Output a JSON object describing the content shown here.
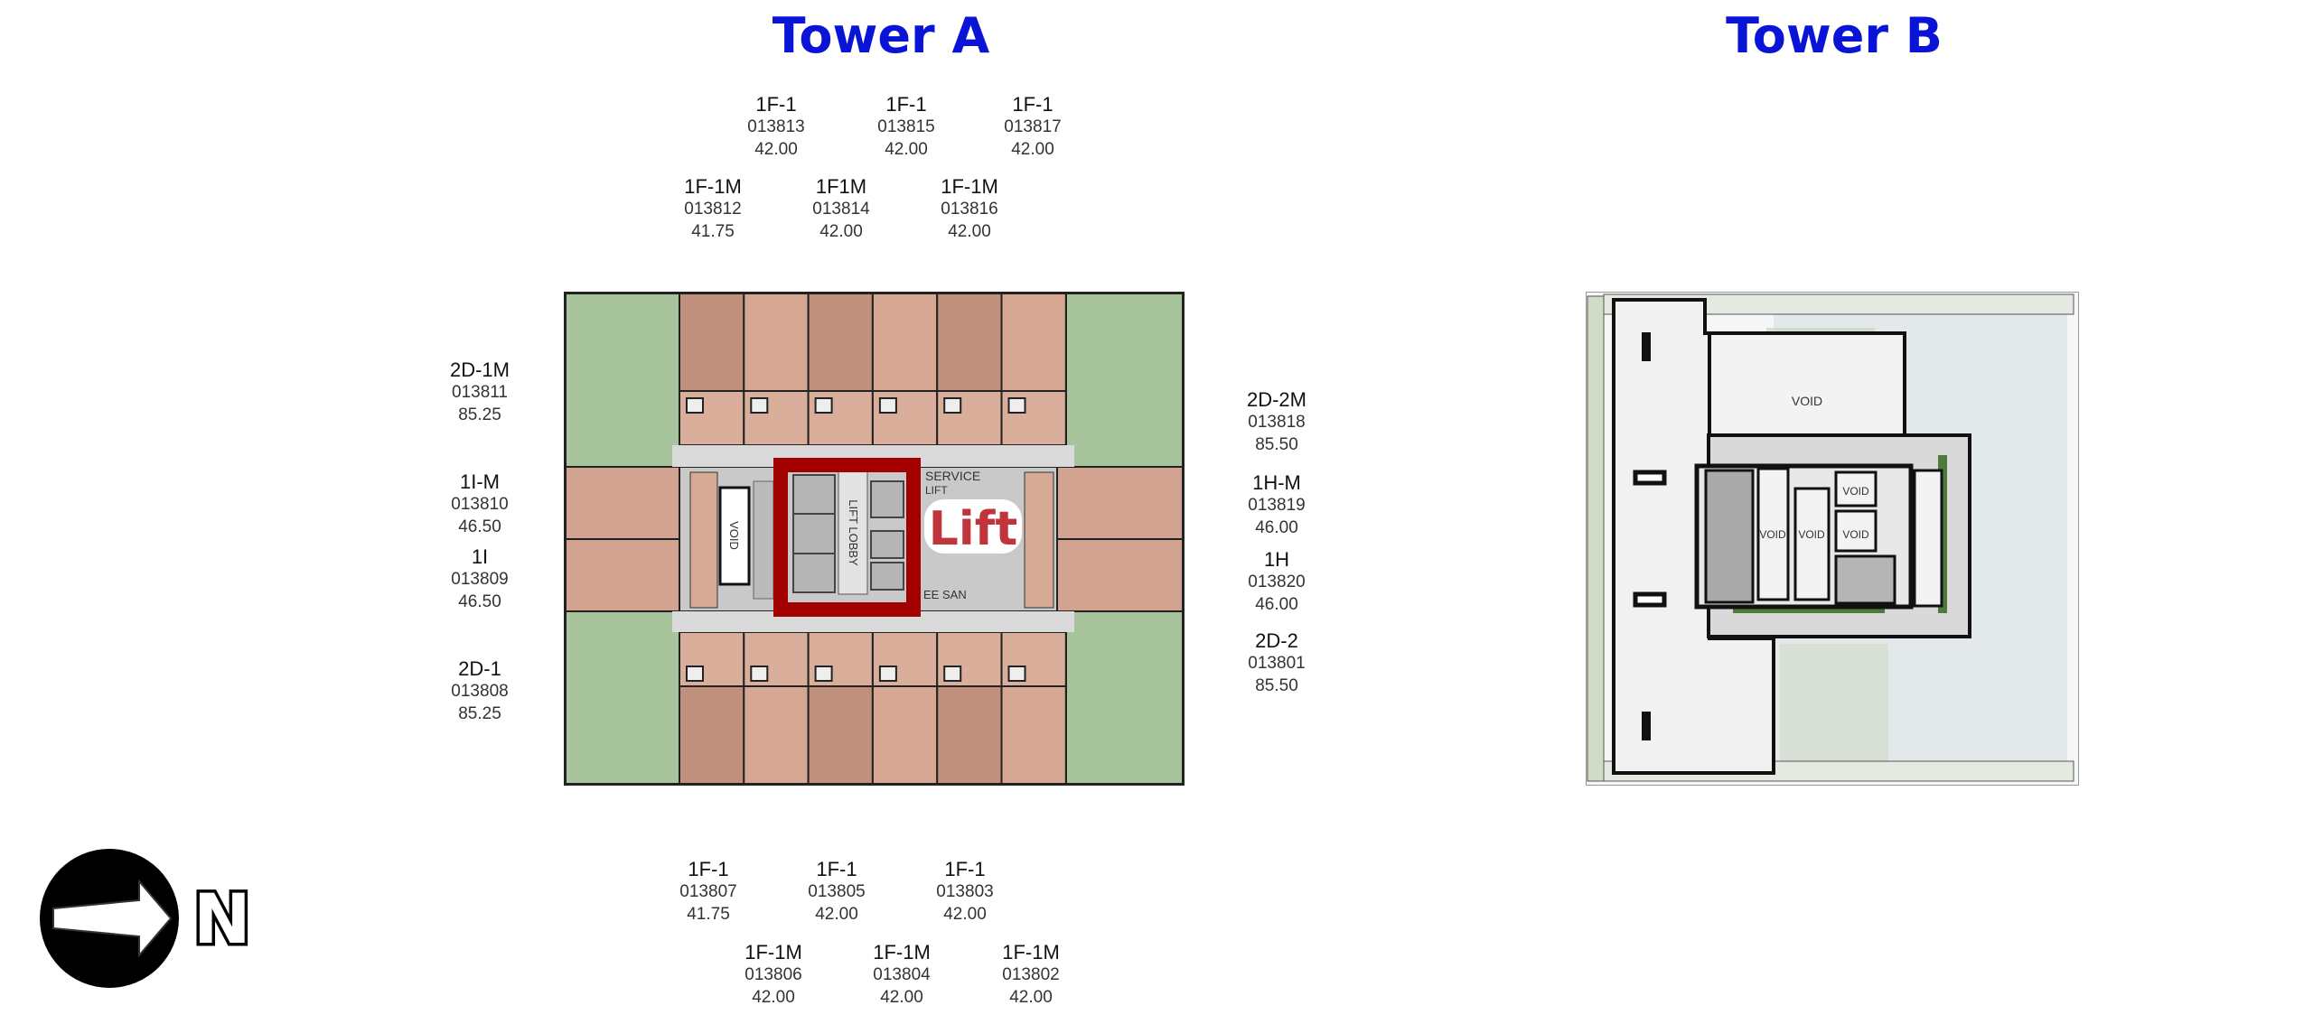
{
  "titles": {
    "tower_a": "Tower A",
    "tower_b": "Tower B"
  },
  "units": [
    {
      "type": "1F-1",
      "code": "013813",
      "area": "42.00"
    },
    {
      "type": "1F-1",
      "code": "013815",
      "area": "42.00"
    },
    {
      "type": "1F-1",
      "code": "013817",
      "area": "42.00"
    },
    {
      "type": "1F-1M",
      "code": "013812",
      "area": "41.75"
    },
    {
      "type": "1F1M",
      "code": "013814",
      "area": "42.00"
    },
    {
      "type": "1F-1M",
      "code": "013816",
      "area": "42.00"
    },
    {
      "type": "2D-1M",
      "code": "013811",
      "area": "85.25"
    },
    {
      "type": "1I-M",
      "code": "013810",
      "area": "46.50"
    },
    {
      "type": "1I",
      "code": "013809",
      "area": "46.50"
    },
    {
      "type": "2D-1",
      "code": "013808",
      "area": "85.25"
    },
    {
      "type": "2D-2M",
      "code": "013818",
      "area": "85.50"
    },
    {
      "type": "1H-M",
      "code": "013819",
      "area": "46.00"
    },
    {
      "type": "1H",
      "code": "013820",
      "area": "46.00"
    },
    {
      "type": "2D-2",
      "code": "013801",
      "area": "85.50"
    },
    {
      "type": "1F-1",
      "code": "013807",
      "area": "41.75"
    },
    {
      "type": "1F-1",
      "code": "013805",
      "area": "42.00"
    },
    {
      "type": "1F-1",
      "code": "013803",
      "area": "42.00"
    },
    {
      "type": "1F-1M",
      "code": "013806",
      "area": "42.00"
    },
    {
      "type": "1F-1M",
      "code": "013804",
      "area": "42.00"
    },
    {
      "type": "1F-1M",
      "code": "013802",
      "area": "42.00"
    }
  ],
  "tower_a_plan": {
    "void_label": "VOID",
    "lift_lobby_label": "LIFT LOBBY",
    "service_label": "SERVICE",
    "service_lift_label": "LIFT",
    "ee_label": "EE",
    "san_label": "SAN",
    "highlight_label": "Lift",
    "highlight_color": "#a30000"
  },
  "tower_b_plan": {
    "void_labels": [
      "VOID",
      "VOID",
      "VOID",
      "VOID",
      "VOID"
    ]
  },
  "compass": {
    "label": "N",
    "icon": "arrow-right-icon"
  }
}
